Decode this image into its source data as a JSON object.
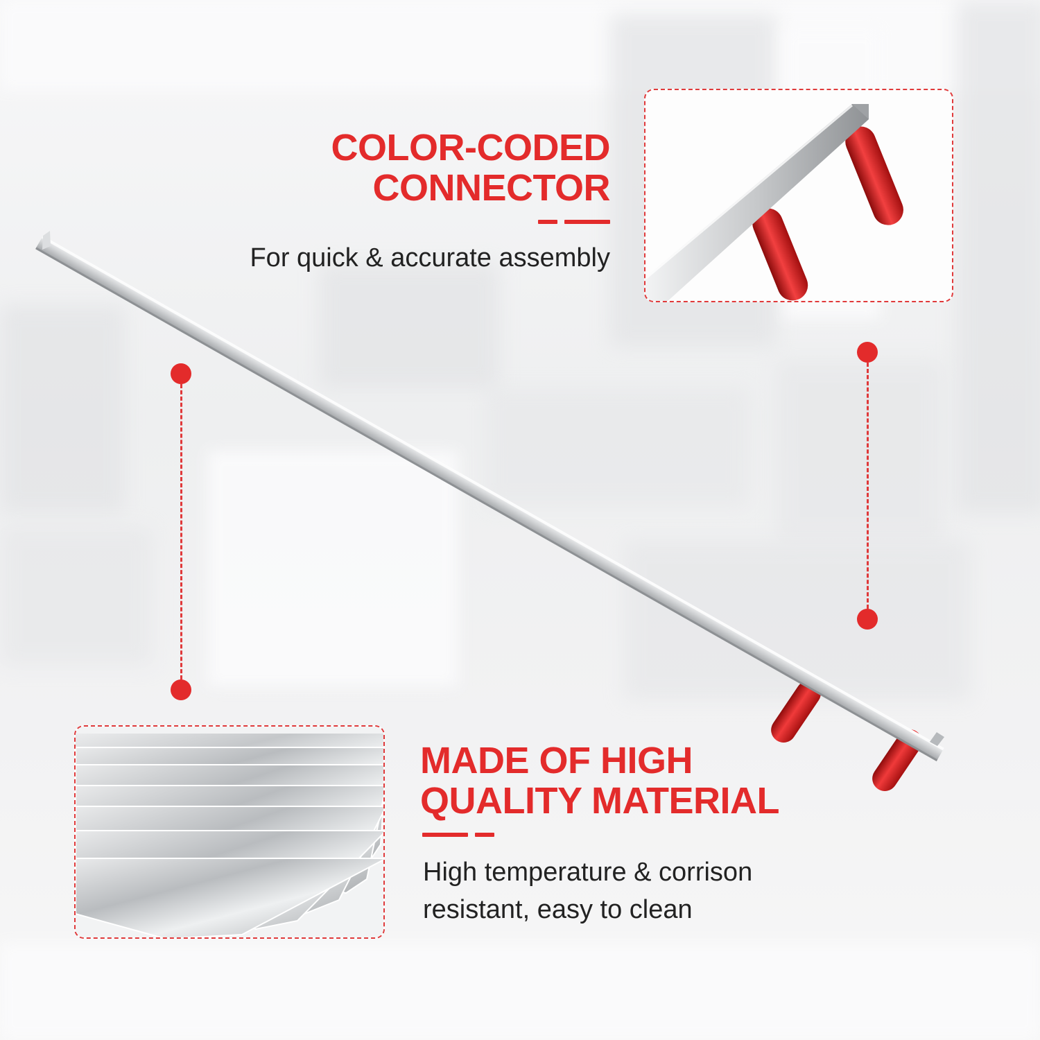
{
  "features": [
    {
      "heading_lines": [
        "COLOR-CODED",
        "CONNECTOR"
      ],
      "description_lines": [
        "For quick & accurate assembly"
      ]
    },
    {
      "heading_lines": [
        "MADE OF HIGH",
        "QUALITY MATERIAL"
      ],
      "description_lines": [
        "High temperature & corrison",
        "resistant, easy to clean"
      ]
    }
  ],
  "colors": {
    "accent": "#e32b2b",
    "text": "#222222",
    "steel": "#c8cacc",
    "pin": "#d81e1e"
  },
  "icons": [
    "connector-closeup-icon",
    "steel-sheets-icon",
    "steel-bar-icon"
  ]
}
